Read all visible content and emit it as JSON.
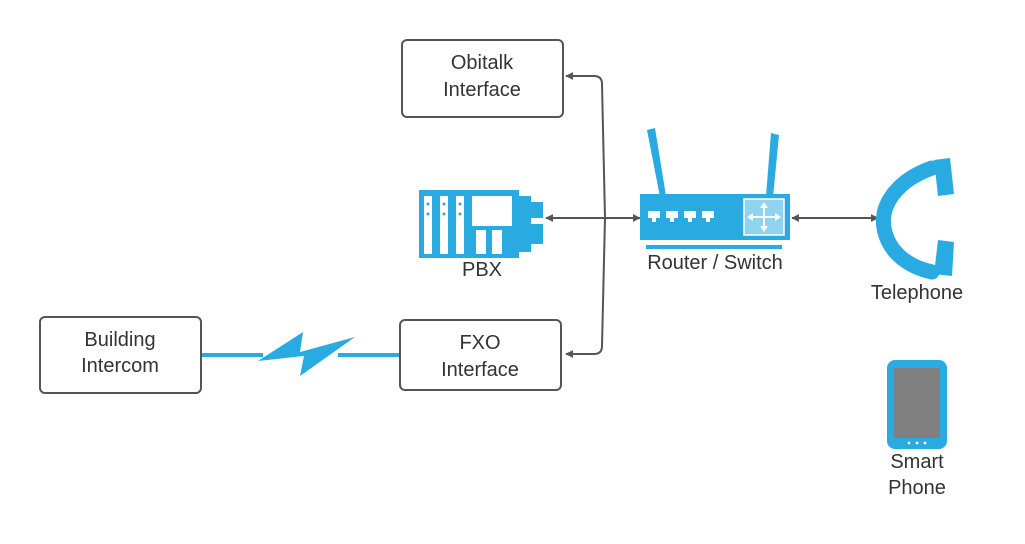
{
  "nodes": {
    "obitalk": {
      "line1": "Obitalk",
      "line2": "Interface"
    },
    "fxo": {
      "line1": "FXO",
      "line2": "Interface"
    },
    "intercom": {
      "line1": "Building",
      "line2": "Intercom"
    }
  },
  "devices": {
    "pbx": {
      "label": "PBX",
      "icon": "pbx-icon"
    },
    "router": {
      "label": "Router / Switch",
      "icon": "router-icon"
    },
    "telephone": {
      "label": "Telephone",
      "icon": "telephone-icon"
    },
    "smartphone": {
      "line1": "Smart",
      "line2": "Phone",
      "icon": "smartphone-icon"
    }
  },
  "links": [
    {
      "from": "router",
      "to": "obitalk",
      "style": "arrow"
    },
    {
      "from": "router",
      "to": "pbx",
      "style": "bidirectional-arrow"
    },
    {
      "from": "router",
      "to": "fxo",
      "style": "arrow"
    },
    {
      "from": "router",
      "to": "telephone",
      "style": "bidirectional-arrow"
    },
    {
      "from": "intercom",
      "to": "fxo",
      "style": "wireless-link"
    }
  ],
  "colors": {
    "accent": "#29abe2",
    "box_border": "#555555",
    "text": "#333333",
    "arrow": "#555555",
    "screen": "#808080"
  }
}
